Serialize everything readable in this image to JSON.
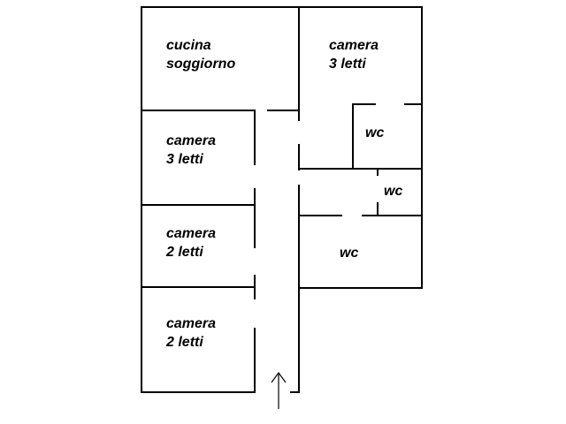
{
  "rooms": {
    "kitchen_living": {
      "line1": "cucina",
      "line2": "soggiorno"
    },
    "room_top_right": {
      "line1": "camera",
      "line2": "3 letti"
    },
    "room_left_1": {
      "line1": "camera",
      "line2": "3 letti"
    },
    "room_left_2": {
      "line1": "camera",
      "line2": "2 letti"
    },
    "room_left_3": {
      "line1": "camera",
      "line2": "2 letti"
    },
    "wc_1": {
      "label": "wc"
    },
    "wc_2": {
      "label": "wc"
    },
    "wc_3": {
      "label": "wc"
    }
  },
  "colors": {
    "wall": "#000000",
    "background": "#ffffff"
  }
}
